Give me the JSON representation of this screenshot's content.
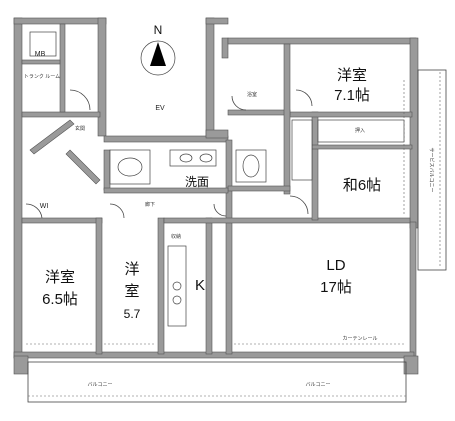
{
  "compass": {
    "north": "N"
  },
  "shared": {
    "elevator": "EV"
  },
  "rooms": {
    "mb": "MB",
    "trunk_room": "トランク ルーム",
    "entrance": "玄関",
    "wic": "WI",
    "western_nw": {
      "name": "洋室",
      "size": "7.1帖"
    },
    "japanese": {
      "name": "和6帖"
    },
    "washroom": "洗面",
    "living": {
      "name": "LD",
      "size": "17帖"
    },
    "kitchen": "K",
    "western_sw": {
      "name": "洋室",
      "size": "6.5帖"
    },
    "western_mid": {
      "name": "洋室",
      "size": "5.7"
    },
    "bath": "浴室",
    "hall": "廊下",
    "balcony_left": "バルコニー",
    "balcony_right": "バルコニー",
    "balcony_east": "サービスバルコニー",
    "curtain": "カーテンレール",
    "closet": "押入",
    "storage": "収納"
  }
}
